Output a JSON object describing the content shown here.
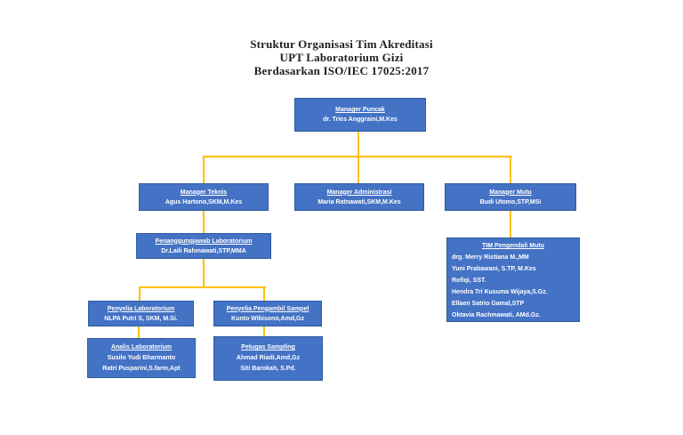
{
  "title": {
    "line1": "Struktur Organisasi Tim Akreditasi",
    "line2": "UPT Laboratorium Gizi",
    "line3": "Berdasarkan ISO/IEC 17025:2017"
  },
  "colors": {
    "box_fill": "#4472C4",
    "box_border": "#2E5B9F",
    "box_text": "#FFFFFF",
    "connector": "#FFC000",
    "title_color": "#1F1F1F"
  },
  "boxes": {
    "manager_puncak": {
      "title": "Manager Puncak",
      "lines": [
        "dr. Tries Anggraini,M.Kes"
      ]
    },
    "manager_teknis": {
      "title": "Manager Teknis",
      "lines": [
        "Agus Hartono,SKM,M.Kes"
      ]
    },
    "manager_administrasi": {
      "title": "Manager Administrasi",
      "lines": [
        "Maria Ratnawati,SKM,M.Kes"
      ]
    },
    "manager_mutu": {
      "title": "Manager Mutu",
      "lines": [
        "Budi Utomo,STP,MSi"
      ]
    },
    "penanggungjawab_lab": {
      "title": "Penanggungjawab Laboratorium",
      "lines": [
        "Dr.Laili Rahmawati,STP,MMA"
      ]
    },
    "tim_pengendali_mutu": {
      "title": "TIM Pengendali Mutu",
      "lines": [
        "drg. Merry Ristiana M.,MM",
        "Yuni Prabawani, S.TP, M.Kes",
        "Rofiqi, SST.",
        "Hendra Tri Kusuma Wijaya,S.Gz.",
        "Ellaen Satrio Gamal,STP",
        "Oktavia Rachmawati, AMd.Gz."
      ]
    },
    "penyelia_lab": {
      "title": "Penyelia Laboratorium",
      "lines": [
        "NLPA Putri S, SKM, M.Si."
      ]
    },
    "penyelia_pengambil_sampel": {
      "title": "Penyelia Pengambil Sampel",
      "lines": [
        "Kunto Wibisono,Amd,Gz"
      ]
    },
    "analis_lab": {
      "title": "Analis Laboratorium",
      "lines": [
        "Susilo Yudi Bharmanto",
        "Ratri Pusparini,S.farm,Apt"
      ]
    },
    "petugas_sampling": {
      "title": "Petugas Sampling",
      "lines": [
        "Ahmad Riadi,Amd,Gz",
        "Siti Barokah, S.Pd."
      ]
    }
  }
}
